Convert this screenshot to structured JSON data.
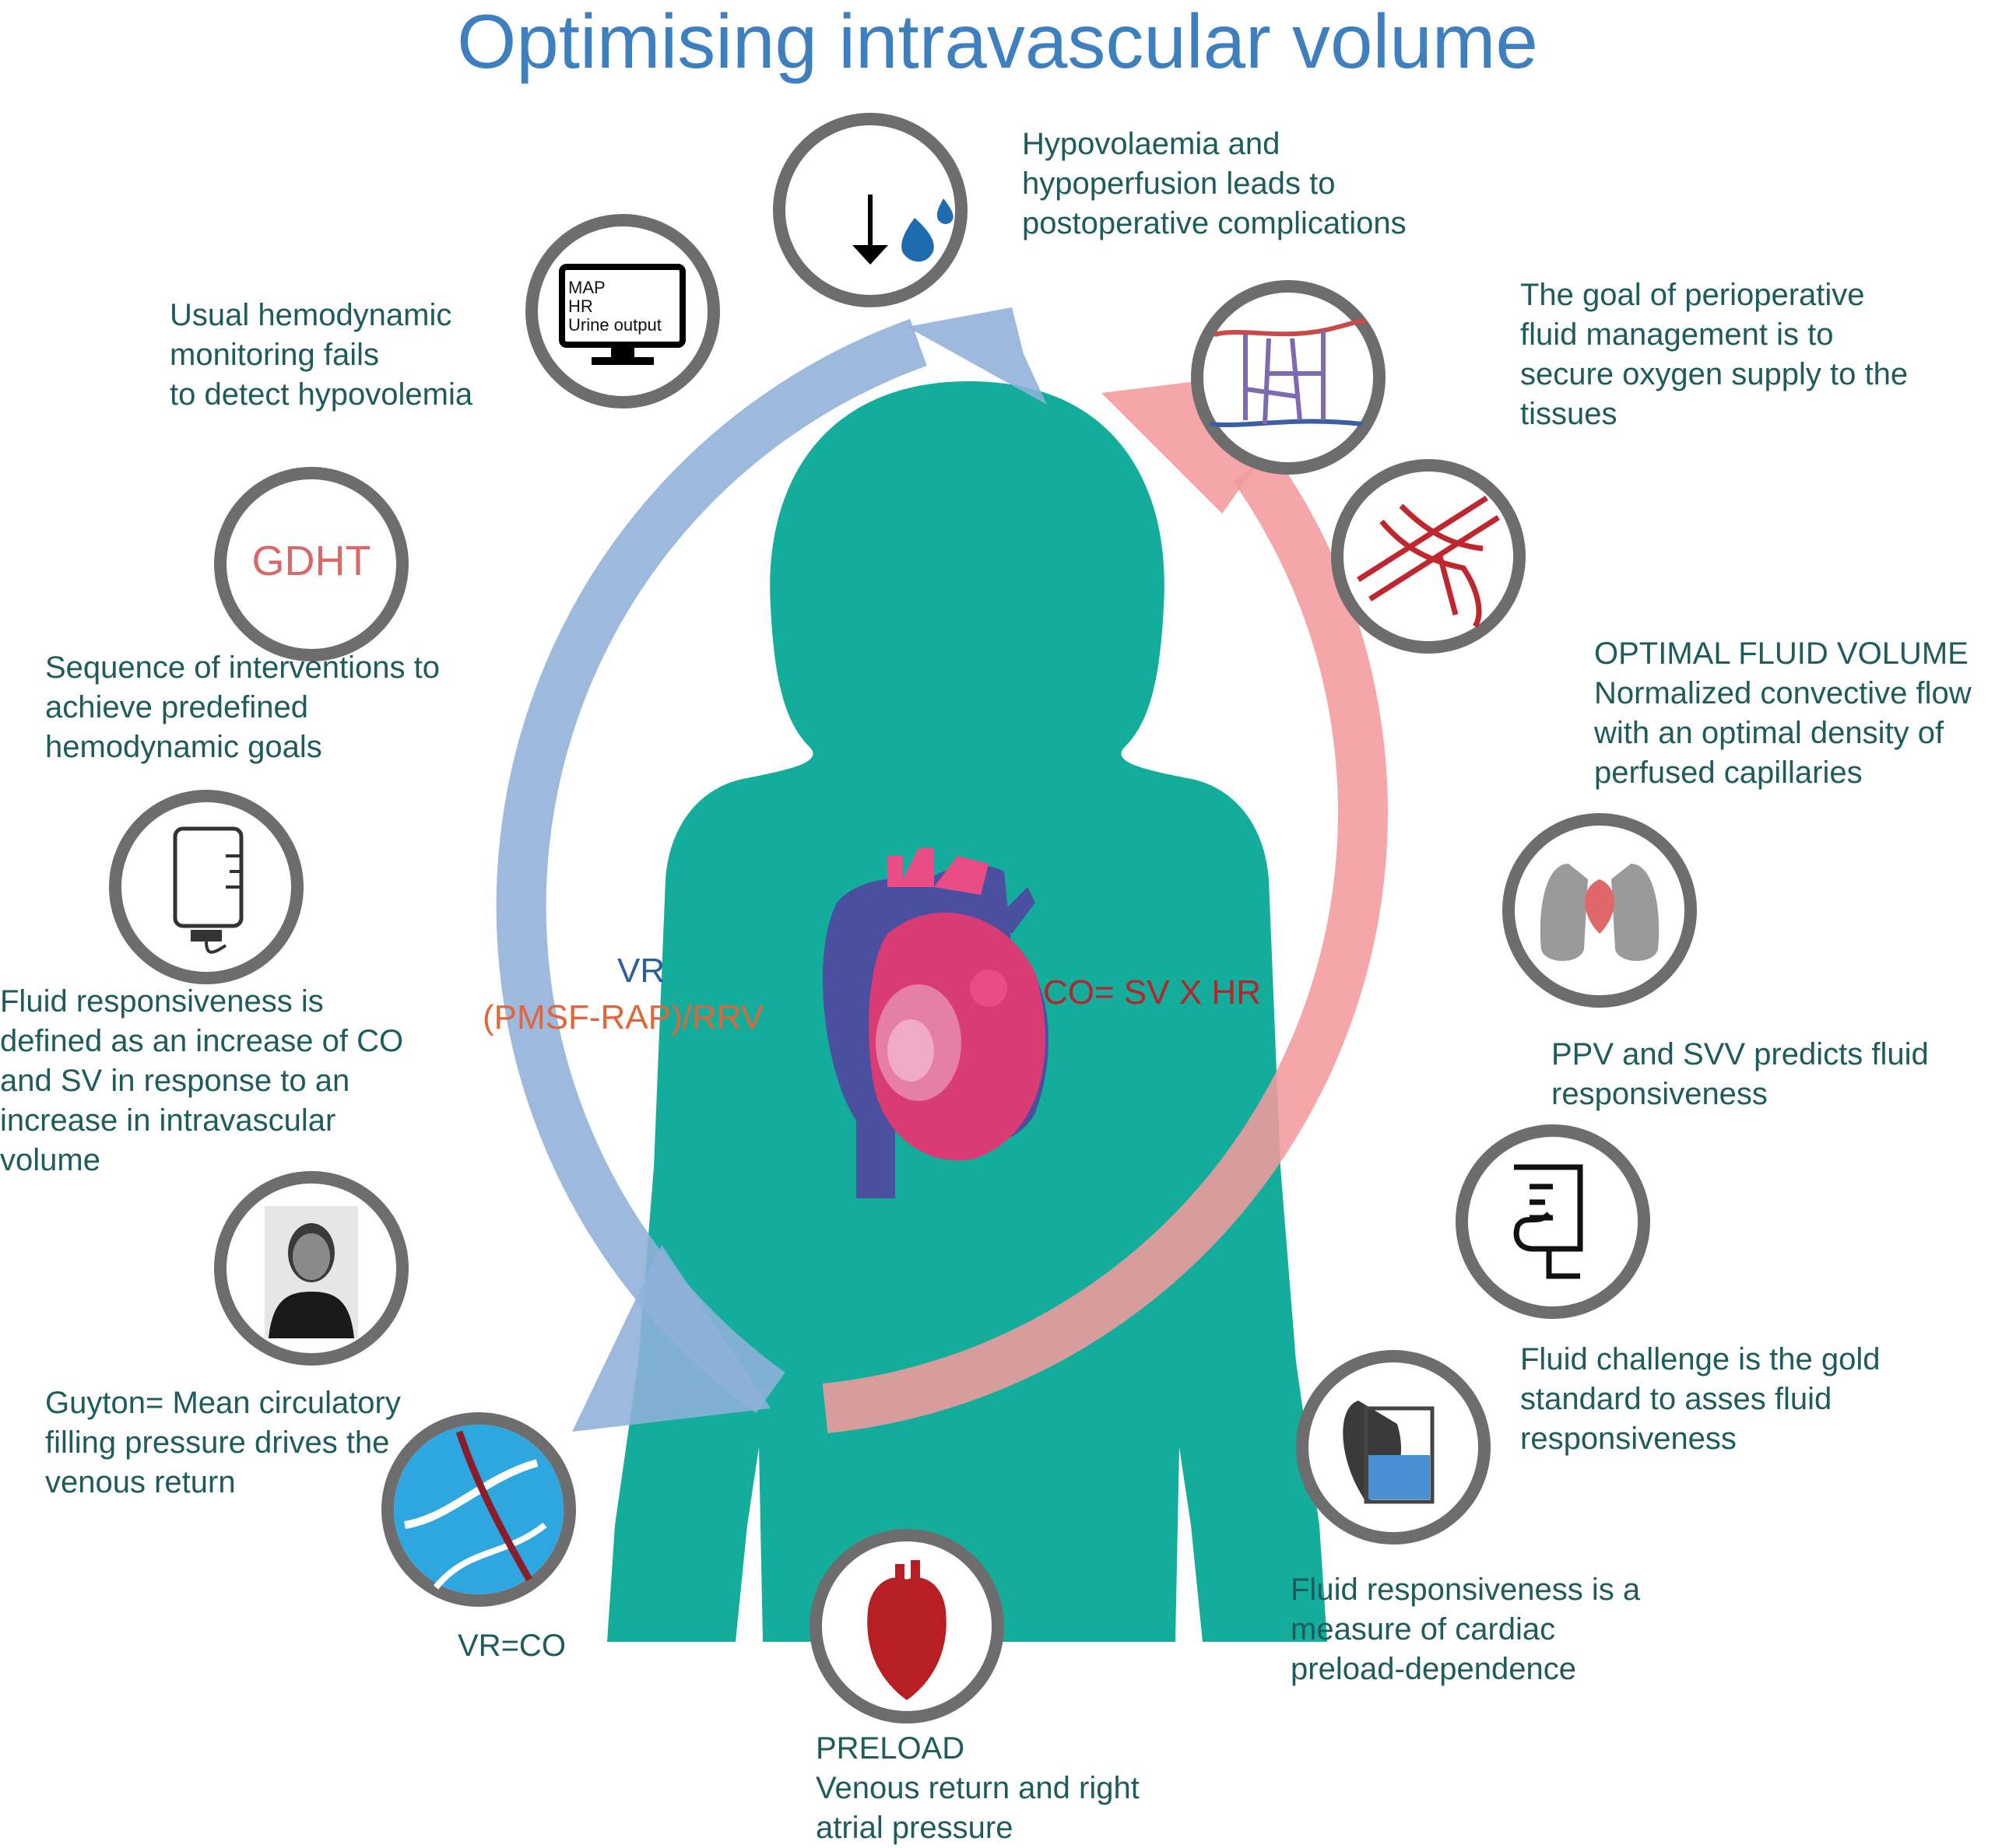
{
  "title": "Optimising intravascular volume",
  "labels": {
    "hypovolaemia": [
      "Hypovolaemia and",
      "hypoperfusion leads to",
      "postoperative complications"
    ],
    "usual_monitoring": [
      "Usual hemodynamic",
      "monitoring fails",
      "to detect hypovolemia"
    ],
    "goal": [
      "The goal of perioperative",
      "fluid management is to",
      "secure oxygen supply to the",
      "tissues"
    ],
    "optimal_fluid": [
      "OPTIMAL FLUID VOLUME",
      "Normalized convective flow",
      "with an optimal density of",
      "perfused capillaries"
    ],
    "gdht_def": [
      "Sequence of interventions to",
      "achieve predefined",
      "hemodynamic goals"
    ],
    "fluid_resp_def": [
      "Fluid responsiveness is",
      "defined as an increase of CO",
      "and SV in response to an",
      "increase in intravascular",
      "volume"
    ],
    "ppv_svv": [
      "PPV and SVV predicts fluid",
      "responsiveness"
    ],
    "fluid_challenge": [
      "Fluid challenge is the gold",
      "standard to asses fluid",
      "responsiveness"
    ],
    "guyton": [
      "Guyton= Mean circulatory",
      "filling pressure drives the",
      "venous return"
    ],
    "preload_dep": [
      "Fluid responsiveness is a",
      "measure of cardiac",
      "preload-dependence"
    ],
    "preload": [
      "PRELOAD",
      "Venous return and right",
      "atrial pressure"
    ],
    "vr_co": "VR=CO",
    "vr": "VR",
    "vr_formula": "(PMSF-RAP)/RRV",
    "co_formula": "CO= SV X HR",
    "gdht": "GDHT",
    "monitor": [
      "MAP",
      "HR",
      "Urine output"
    ]
  },
  "icons": [
    "down-arrow-drops-icon",
    "monitor-icon",
    "vessel-network-icon",
    "capillary-icon",
    "gdht-icon",
    "iv-bag-icon",
    "lungs-heart-icon",
    "portrait-icon",
    "fluid-bag-icon",
    "heart-beaker-icon",
    "vessels-icon",
    "heart-icon"
  ],
  "colors": {
    "title": "#3d7fbf",
    "body_text": "#1e5b5c",
    "silhouette": "#14ad9c",
    "blue_arrow": "#8fb1da",
    "red_arrow": "#f39a9c",
    "icon_ring": "#6d6d6d"
  }
}
